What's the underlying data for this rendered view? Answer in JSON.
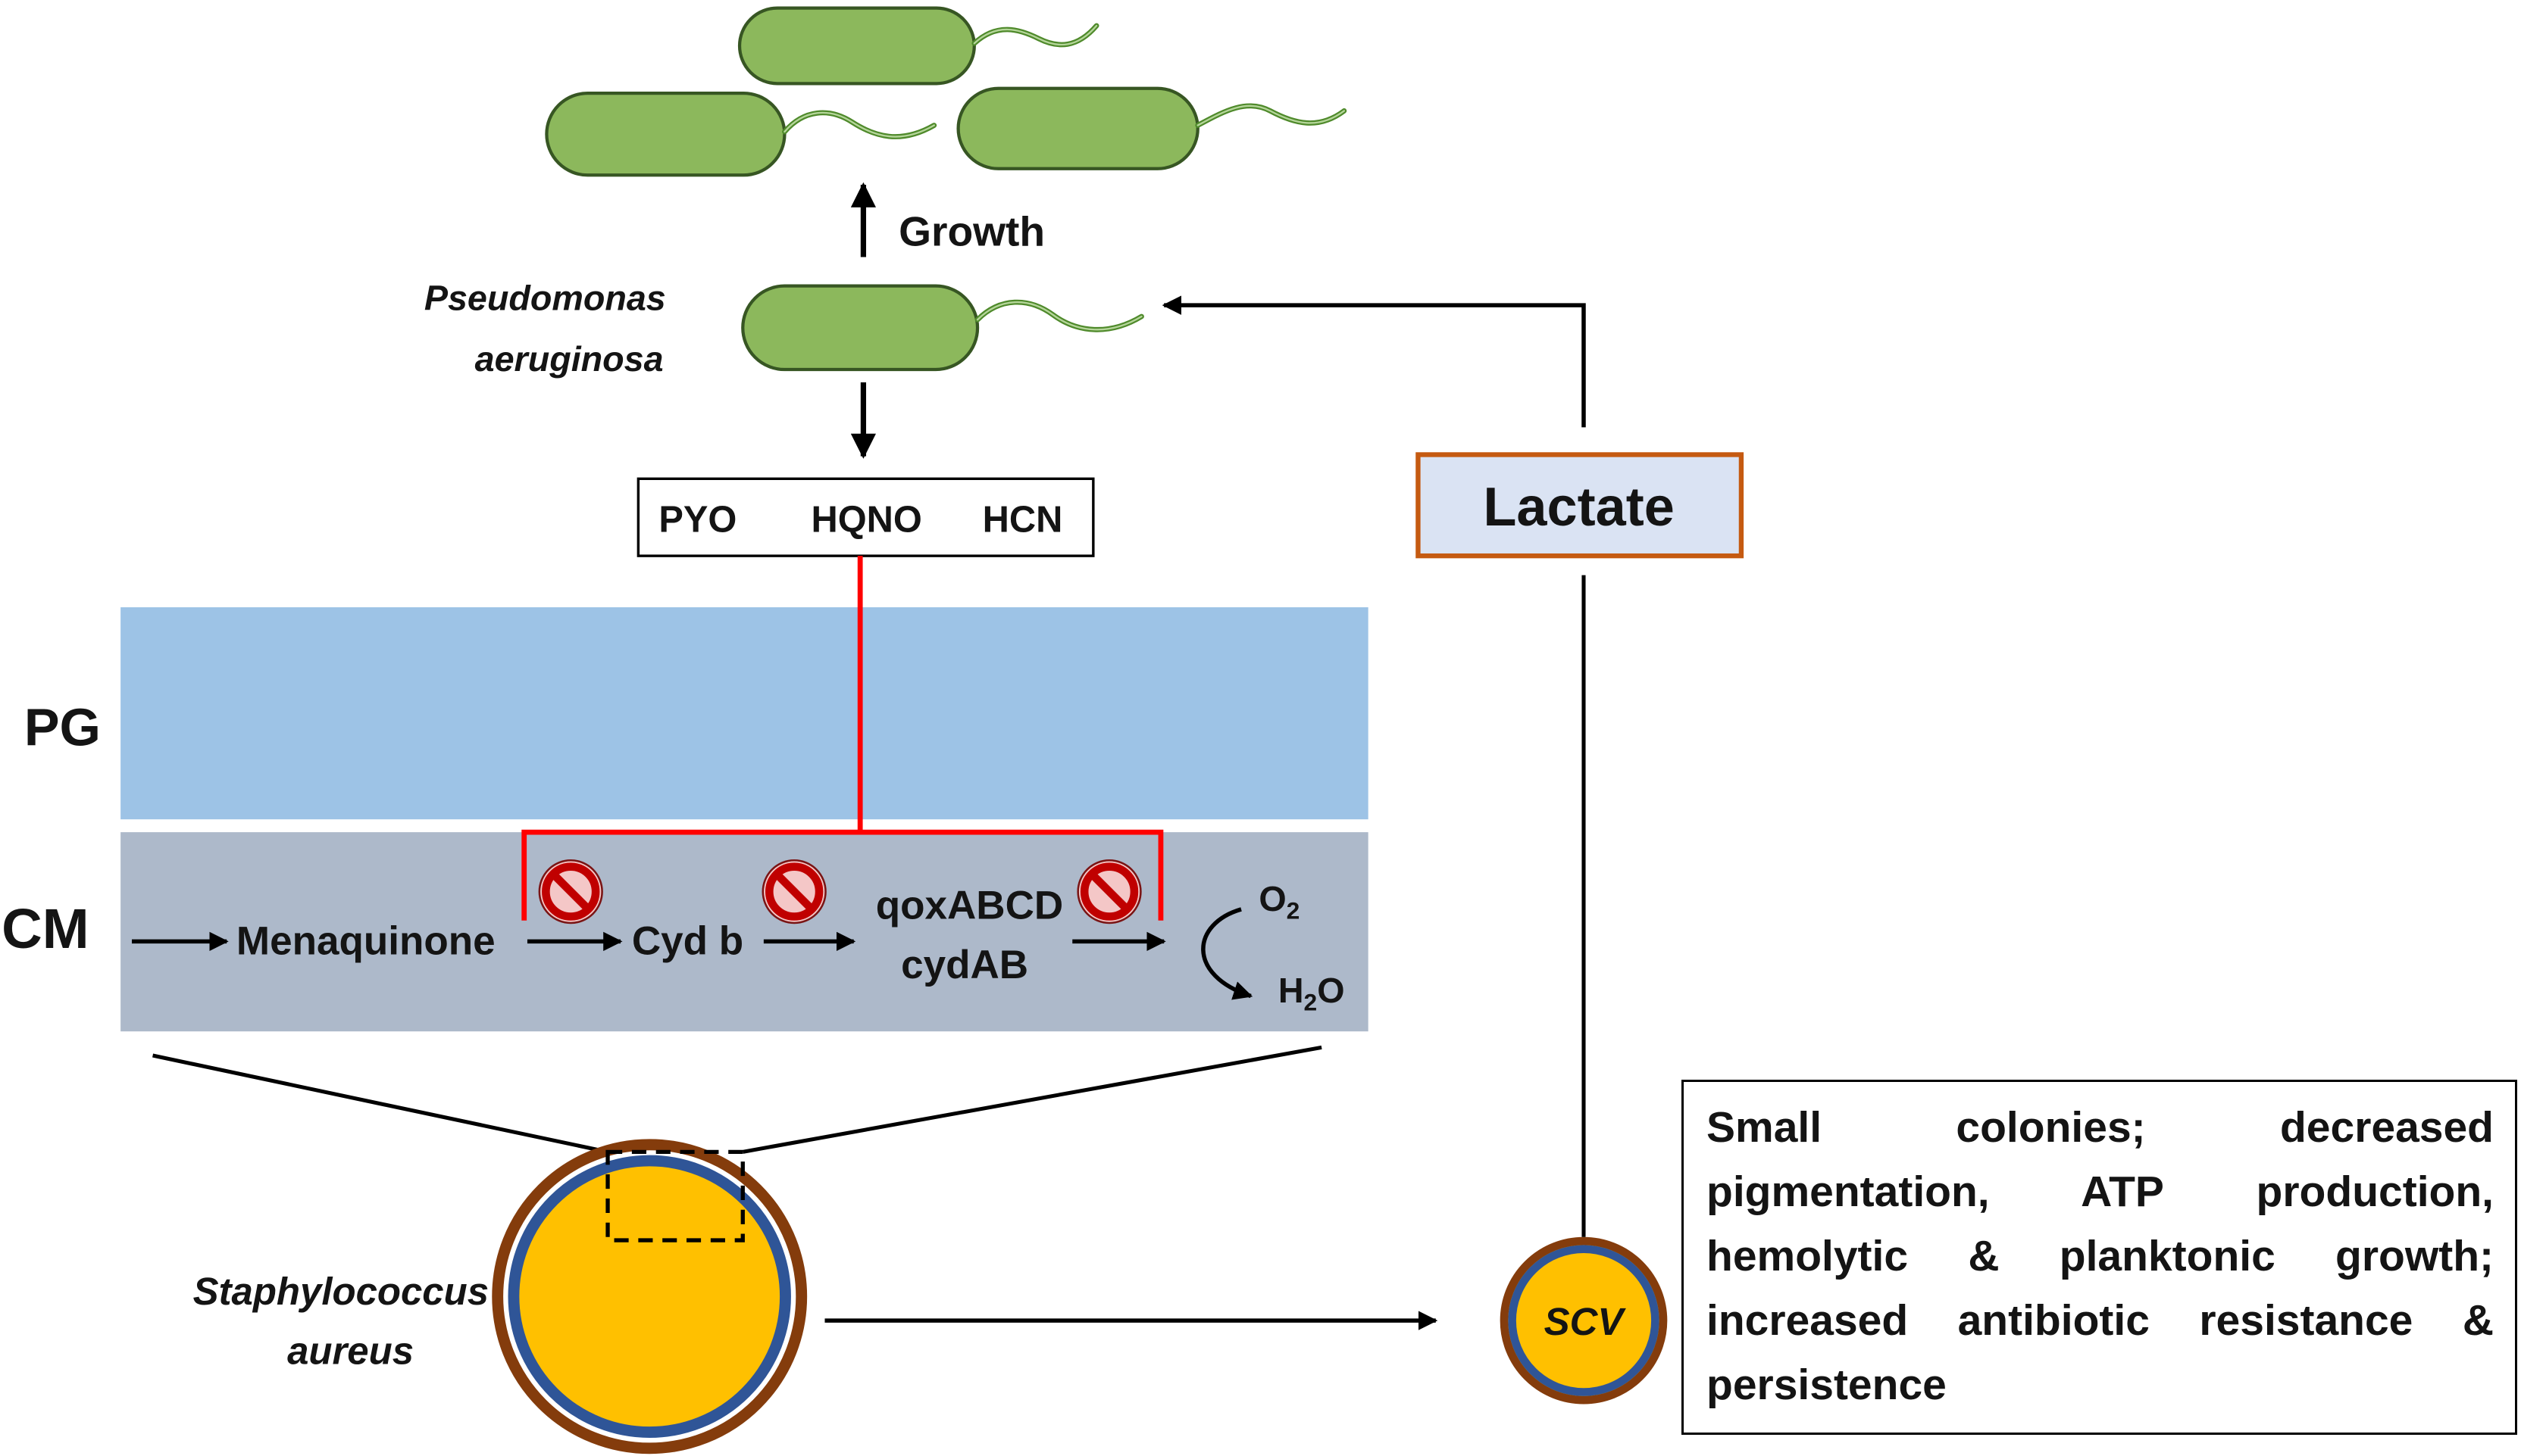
{
  "pseudomonas": {
    "label_lines": [
      "Pseudomonas",
      "aeruginosa"
    ],
    "growth_label": "Growth"
  },
  "virulence_factors": [
    "PYO",
    "HQNO",
    "HCN"
  ],
  "layers": {
    "pg": "PG",
    "cm": "CM"
  },
  "pathway": {
    "menaquinone": "Menaquinone",
    "cyd_b": "Cyd b",
    "oxidases": [
      "qoxABCD",
      "cydAB"
    ],
    "oxygen": {
      "base": "O",
      "sub": "2"
    },
    "water": {
      "base": "H",
      "sub": "2",
      "tail": "O"
    }
  },
  "staph": {
    "label_lines": [
      "Staphylococcus",
      "aureus"
    ]
  },
  "scv": {
    "label": "SCV"
  },
  "lactate": {
    "label": "Lactate"
  },
  "phenotype": {
    "lines": [
      "Small colonies; decreased",
      "pigmentation, ATP production,",
      "hemolytic & planktonic growth;",
      "increased antibiotic resistance &",
      "persistence"
    ]
  },
  "icons": {
    "inhibition": "prohibition-icon",
    "bacterium": "rod-bacterium-icon"
  },
  "colors": {
    "pg_layer": "#9dc3e6",
    "cm_layer": "#adb9ca",
    "bacterium": "#8cb85c",
    "staph_core": "#ffc000",
    "cell_wall": "#843c0c",
    "membrane": "#2f5597",
    "inhibition": "#c00000",
    "inhibitor_path": "#ff0000",
    "lactate_fill": "#dae3f3",
    "lactate_border": "#c55a11"
  }
}
